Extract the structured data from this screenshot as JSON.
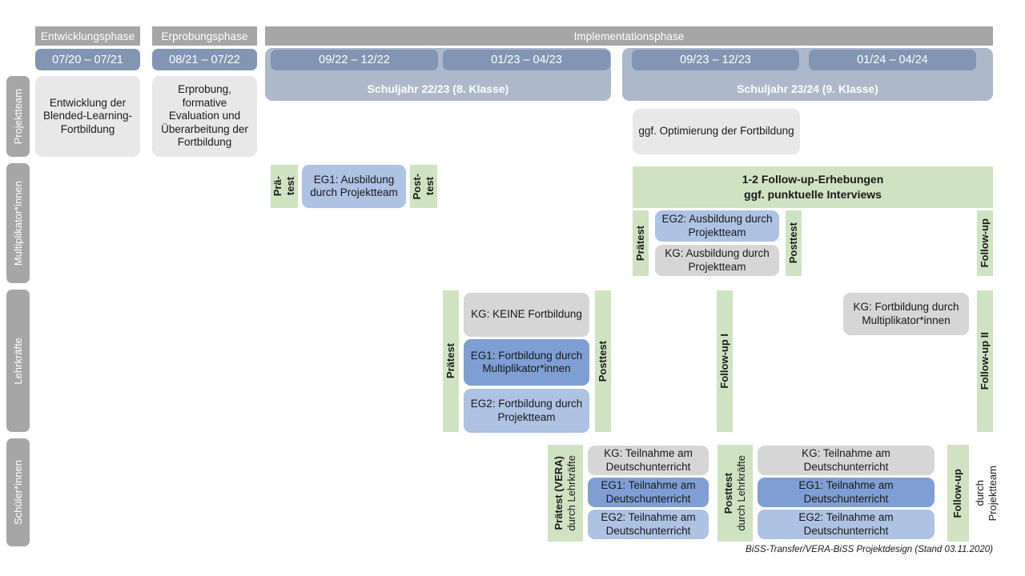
{
  "diagram": {
    "footer_note": "BiSS-Transfer/VERA-BiSS Projektdesign (Stand 03.11.2020)",
    "colors": {
      "phase_bar": "#a6a6a6",
      "date_pill": "#8296b4",
      "schuljahr_band": "#adb8ca",
      "box_gray": "#e8e8e8",
      "box_gray_dark": "#d6d6d6",
      "box_blue_dark": "#7e9ed4",
      "box_blue_light": "#aec2e3",
      "test_green": "#cfe3c3",
      "side_label": "#a6a6a6"
    }
  },
  "phases": [
    {
      "label": "Entwicklungsphase"
    },
    {
      "label": "Erprobungsphase"
    },
    {
      "label": "Implementationsphase"
    }
  ],
  "periods": [
    {
      "label": "07/20 – 07/21"
    },
    {
      "label": "08/21 – 07/22"
    },
    {
      "label": "09/22 – 12/22"
    },
    {
      "label": "01/23 – 04/23"
    },
    {
      "label": "09/23 – 12/23"
    },
    {
      "label": "01/24 – 04/24"
    }
  ],
  "school_years": [
    {
      "label": "Schuljahr 22/23 (8. Klasse)"
    },
    {
      "label": "Schuljahr 23/24 (9. Klasse)"
    }
  ],
  "rows": [
    {
      "label": "Projektteam"
    },
    {
      "label": "Multiplikator*innen"
    },
    {
      "label": "Lehrkräfte"
    },
    {
      "label": "Schüler*innen"
    }
  ],
  "projektteam": {
    "entwicklung": "Entwicklung der Blended-Learning-Fortbildung",
    "erprobung": "Erprobung, formative Evaluation und Überarbeitung der Fortbildung",
    "optimierung": "ggf. Optimierung der Fortbildung"
  },
  "multiplikatoren": {
    "praetest_1": "Prä-\ntest",
    "praetest_1_l1": "Prä-",
    "praetest_1_l2": "test",
    "eg1": "EG1: Ausbildung durch Projektteam",
    "posttest_1_l1": "Post-",
    "posttest_1_l2": "test",
    "followup_banner_l1": "1-2 Follow-up-Erhebungen",
    "followup_banner_l2": "ggf. punktuelle Interviews",
    "praetest_2": "Prätest",
    "eg2": "EG2: Ausbildung durch Projektteam",
    "kg": "KG: Ausbildung durch Projektteam",
    "posttest_2": "Posttest",
    "followup": "Follow-up"
  },
  "lehrkraefte": {
    "praetest": "Prätest",
    "kg": "KG:  KEINE Fortbildung",
    "eg1": "EG1: Fortbildung durch Multiplikator*innen",
    "eg2": "EG2: Fortbildung durch Projektteam",
    "posttest": "Posttest",
    "followup_1": "Follow-up I",
    "kg_2": "KG: Fortbildung durch Multiplikator*innen",
    "followup_2": "Follow-up II"
  },
  "schuelerinnen": {
    "praetest_main": "Prätest (VERA)",
    "praetest_sub": "durch Lehrkräfte",
    "kg_1": "KG: Teilnahme am Deutschunterricht",
    "eg1_1": "EG1: Teilnahme am Deutschunterricht",
    "eg2_1": "EG2: Teilnahme am Deutschunterricht",
    "posttest_main": "Posttest",
    "posttest_sub": "durch Lehrkräfte",
    "kg_2": "KG: Teilnahme am Deutschunterricht",
    "eg1_2": "EG1: Teilnahme am Deutschunterricht",
    "eg2_2": "EG2: Teilnahme am Deutschunterricht",
    "followup_main": "Follow-up",
    "followup_sub1": "durch",
    "followup_sub2": "Projektteam"
  }
}
